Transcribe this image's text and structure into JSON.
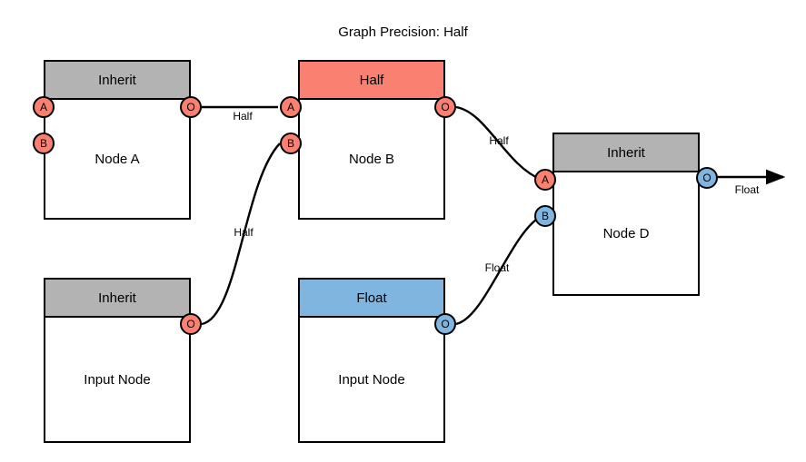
{
  "title": "Graph Precision: Half",
  "colors": {
    "inherit_header": "#B3B3B3",
    "half_header": "#FA8072",
    "float_header": "#7FB5DE",
    "port_red": "#FA8072",
    "port_blue": "#7FB5DE",
    "outline": "#000000",
    "background": "#ffffff"
  },
  "nodes": [
    {
      "id": "node-a",
      "header": "Inherit",
      "label": "Node A",
      "header_color": "#B3B3B3",
      "inputs": [
        {
          "name": "A",
          "color": "red"
        },
        {
          "name": "B",
          "color": "red"
        }
      ],
      "outputs": [
        {
          "name": "O",
          "color": "red"
        }
      ]
    },
    {
      "id": "node-b",
      "header": "Half",
      "label": "Node B",
      "header_color": "#FA8072",
      "inputs": [
        {
          "name": "A",
          "color": "red"
        },
        {
          "name": "B",
          "color": "red"
        }
      ],
      "outputs": [
        {
          "name": "O",
          "color": "red"
        }
      ]
    },
    {
      "id": "node-d",
      "header": "Inherit",
      "label": "Node D",
      "header_color": "#B3B3B3",
      "inputs": [
        {
          "name": "A",
          "color": "red"
        },
        {
          "name": "B",
          "color": "blue"
        }
      ],
      "outputs": [
        {
          "name": "O",
          "color": "blue"
        }
      ]
    },
    {
      "id": "input-node-left",
      "header": "Inherit",
      "label": "Input Node",
      "header_color": "#B3B3B3",
      "inputs": [],
      "outputs": [
        {
          "name": "O",
          "color": "red"
        }
      ]
    },
    {
      "id": "input-node-mid",
      "header": "Float",
      "label": "Input Node",
      "header_color": "#7FB5DE",
      "inputs": [],
      "outputs": [
        {
          "name": "O",
          "color": "blue"
        }
      ]
    }
  ],
  "edges": [
    {
      "id": "edge-a-to-b",
      "from": "node-a.O",
      "to": "node-b.A",
      "label": "Half"
    },
    {
      "id": "edge-inputleft-to-b",
      "from": "input-node-left.O",
      "to": "node-b.B",
      "label": "Half"
    },
    {
      "id": "edge-b-to-d",
      "from": "node-b.O",
      "to": "node-d.A",
      "label": "Half"
    },
    {
      "id": "edge-inputmid-to-d",
      "from": "input-node-mid.O",
      "to": "node-d.B",
      "label": "Float"
    },
    {
      "id": "edge-d-output",
      "from": "node-d.O",
      "to": "graph-output",
      "label": "Float"
    }
  ]
}
